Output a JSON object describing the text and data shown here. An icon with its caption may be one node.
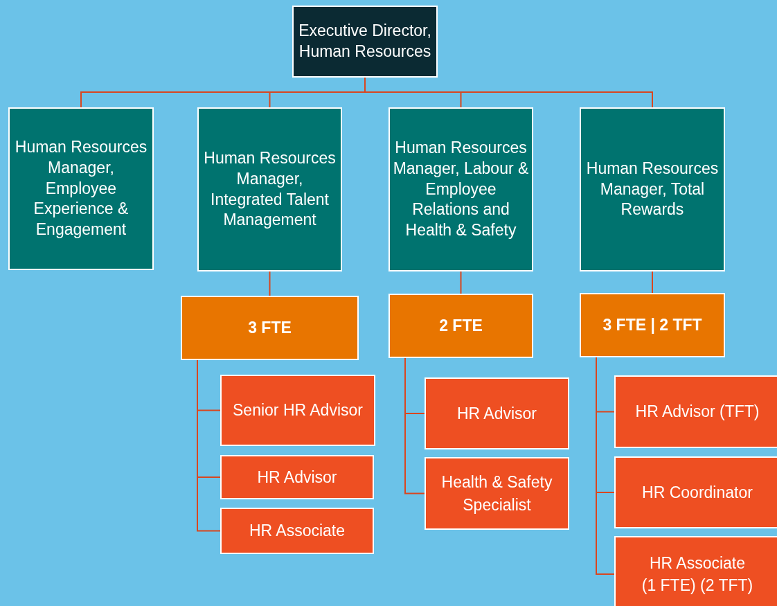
{
  "diagram": {
    "nodes": [
      {
        "text": [
          "Executive Director, Human Resources"
        ]
      },
      {
        "text": [
          "Human Resources Manager, Employee Experience & Engagement"
        ]
      },
      {
        "text": [
          "Human Resources Manager, Integrated Talent Management"
        ]
      },
      {
        "text": [
          "Human Resources Manager, Labour & Employee Relations and Health & Safety"
        ]
      },
      {
        "text": [
          "Human Resources Manager, Total Rewards"
        ]
      },
      {
        "text": [
          "3 FTE"
        ]
      },
      {
        "text": [
          "2 FTE"
        ]
      },
      {
        "text": [
          "3 FTE | 2 TFT"
        ]
      },
      {
        "text": [
          "Senior HR Advisor"
        ]
      },
      {
        "text": [
          "HR Advisor"
        ]
      },
      {
        "text": [
          "HR Associate"
        ]
      },
      {
        "text": [
          "HR Advisor"
        ]
      },
      {
        "text": [
          "Health & Safety Specialist"
        ]
      },
      {
        "text": [
          "HR Advisor (TFT)"
        ]
      },
      {
        "text": [
          "HR Coordinator"
        ]
      },
      {
        "text": [
          "HR Associate",
          "(1 FTE) (2 TFT)"
        ]
      }
    ],
    "edges": [
      {
        "from": 0,
        "to": 1,
        "arrow": "none"
      },
      {
        "from": 0,
        "to": 2,
        "arrow": "none"
      },
      {
        "from": 0,
        "to": 3,
        "arrow": "none"
      },
      {
        "from": 0,
        "to": 4,
        "arrow": "none"
      },
      {
        "from": 2,
        "to": 5,
        "arrow": "none"
      },
      {
        "from": 3,
        "to": 6,
        "arrow": "none"
      },
      {
        "from": 4,
        "to": 7,
        "arrow": "none"
      },
      {
        "from": 5,
        "to": 8,
        "arrow": "none"
      },
      {
        "from": 5,
        "to": 9,
        "arrow": "none"
      },
      {
        "from": 5,
        "to": 10,
        "arrow": "none"
      },
      {
        "from": 6,
        "to": 11,
        "arrow": "none"
      },
      {
        "from": 6,
        "to": 12,
        "arrow": "none"
      },
      {
        "from": 7,
        "to": 13,
        "arrow": "none"
      },
      {
        "from": 7,
        "to": 14,
        "arrow": "none"
      },
      {
        "from": 7,
        "to": 15,
        "arrow": "none"
      }
    ]
  }
}
